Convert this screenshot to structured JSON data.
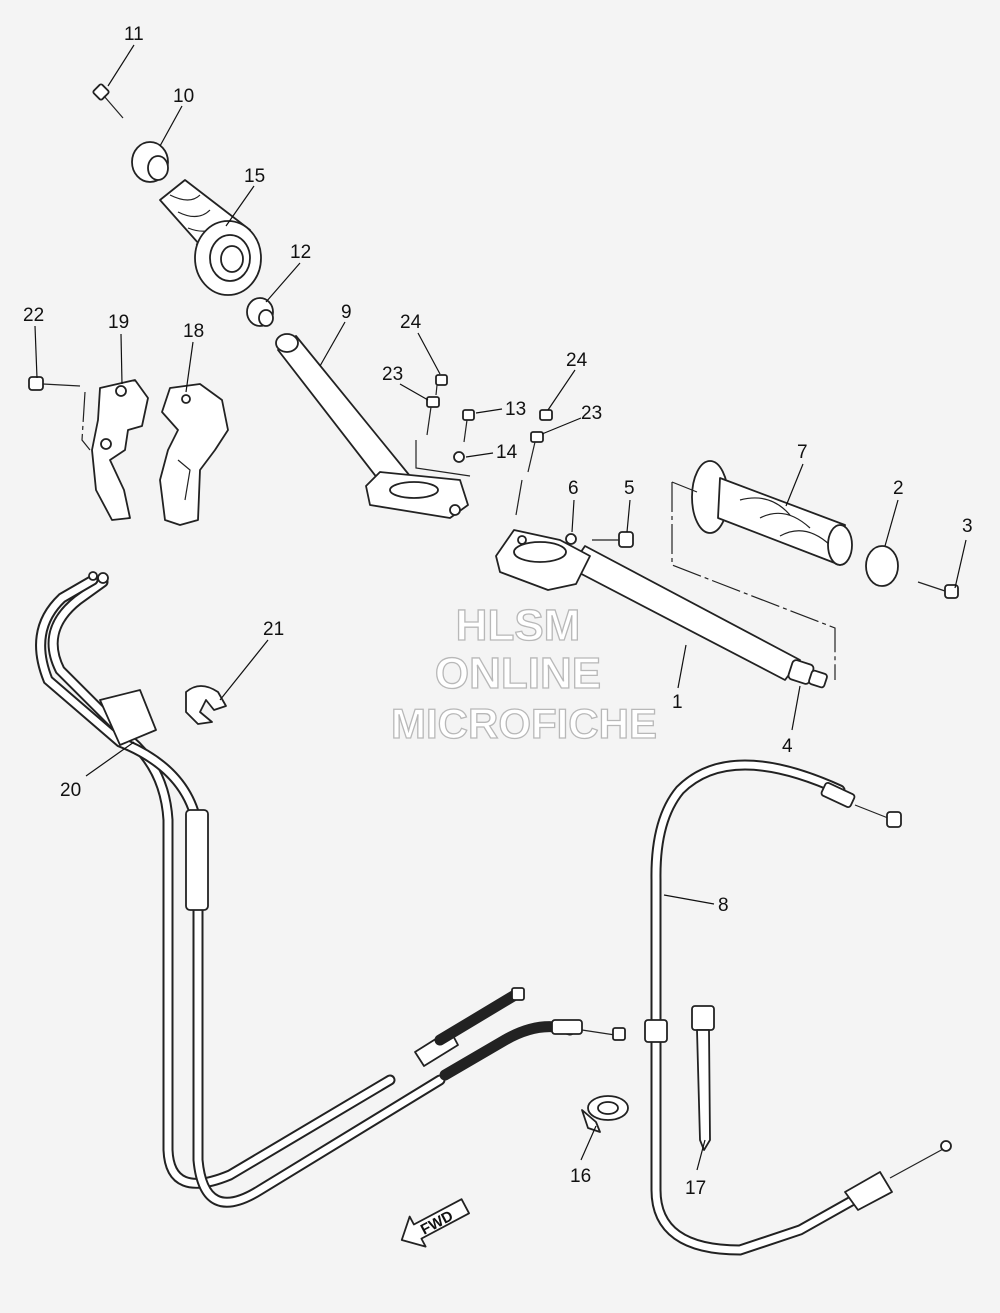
{
  "watermark": {
    "line1": "HLSM",
    "line2": "ONLINE",
    "line3": "MICROFICHE"
  },
  "direction_label": "FWD",
  "callouts": {
    "p1": "1",
    "p2": "2",
    "p3": "3",
    "p4": "4",
    "p5": "5",
    "p6": "6",
    "p7": "7",
    "p8": "8",
    "p9": "9",
    "p10": "10",
    "p11": "11",
    "p12": "12",
    "p13": "13",
    "p14": "14",
    "p15": "15",
    "p16": "16",
    "p17": "17",
    "p18": "18",
    "p19": "19",
    "p20": "20",
    "p21": "21",
    "p22": "22",
    "p23a": "23",
    "p23b": "23",
    "p24a": "24",
    "p24b": "24"
  }
}
